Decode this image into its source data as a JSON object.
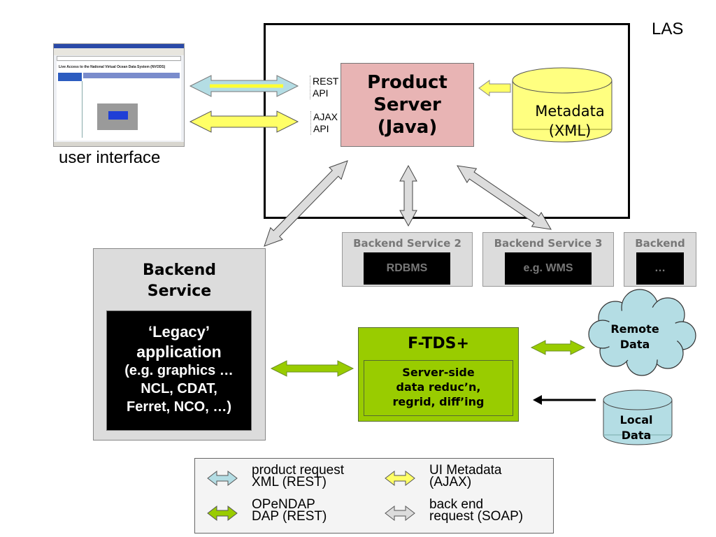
{
  "diagram": {
    "frame_label": "LAS",
    "user_interface": {
      "caption": "user interface",
      "thumbnail_heading": "Live Access to the National Virtual Ocean Data System (NVODS)"
    },
    "api_labels": {
      "rest": [
        "REST",
        "API"
      ],
      "ajax": [
        "AJAX",
        "API"
      ]
    },
    "product_server": {
      "lines": [
        "Product",
        "Server",
        "(Java)"
      ],
      "color": "#e8b4b4"
    },
    "metadata_store": {
      "lines": [
        "Metadata",
        "(XML)"
      ],
      "color": "#ffff80"
    },
    "backend_service": {
      "title_lines": [
        "Backend",
        "Service"
      ],
      "legacy_lines": [
        "‘Legacy’",
        "application",
        "(e.g. graphics …",
        "NCL, CDAT,",
        "Ferret, NCO, …)"
      ]
    },
    "other_backends": [
      {
        "title": "Backend Service 2",
        "inner": "RDBMS"
      },
      {
        "title": "Backend Service 3",
        "inner": "e.g. WMS"
      },
      {
        "title": "Backend",
        "inner": "…"
      }
    ],
    "ftds": {
      "title": "F-TDS+",
      "inner_lines": [
        "Server-side",
        "data reduc’n,",
        "regrid, diff’ing"
      ],
      "color": "#99cc00"
    },
    "remote_data": {
      "lines": [
        "Remote",
        "Data"
      ],
      "color": "#b4dde4"
    },
    "local_data": {
      "lines": [
        "Local",
        "Data"
      ],
      "color": "#b4dde4"
    },
    "arrow_colors": {
      "rest": "#b4dde4",
      "ajax": "#ffff66",
      "dap": "#99cc00",
      "soap": "#dcdcdc"
    }
  },
  "legend": {
    "items": [
      {
        "lines": [
          "product request",
          "XML (REST)"
        ],
        "arrow": "rest"
      },
      {
        "lines": [
          "UI Metadata",
          "(AJAX)"
        ],
        "arrow": "ajax"
      },
      {
        "lines": [
          "OPeNDAP",
          "DAP (REST)"
        ],
        "arrow": "dap"
      },
      {
        "lines": [
          "back end",
          "request (SOAP)"
        ],
        "arrow": "soap"
      }
    ]
  }
}
